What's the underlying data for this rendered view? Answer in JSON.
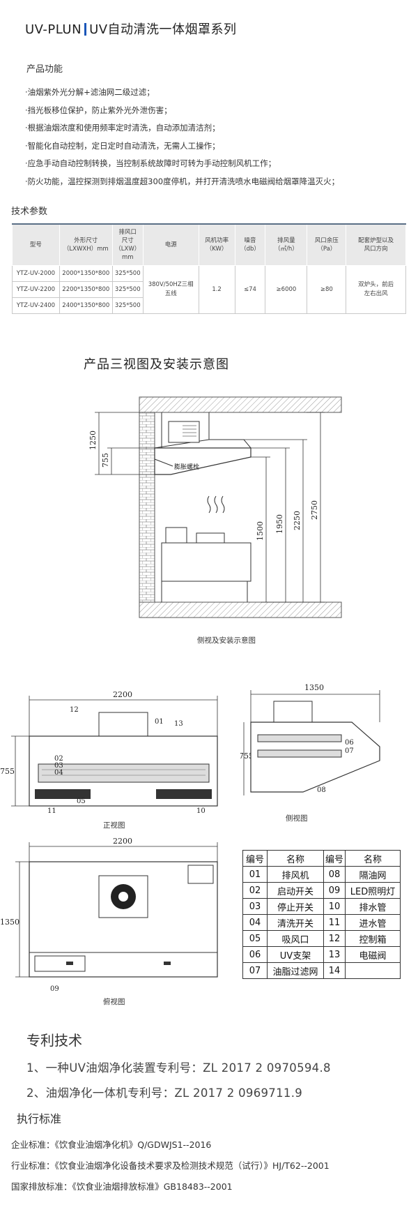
{
  "header": {
    "brand": "UV-PLUN",
    "series": "UV自动清洗一体烟罩系列"
  },
  "functions": {
    "heading": "产品功能",
    "items": [
      "·油烟紫外光分解+滤油网二级过滤；",
      "·挡光板移位保护，防止紫外光外泄伤害；",
      "·根据油烟浓度和使用频率定时清洗，自动添加清洁剂；",
      "·智能化自动控制，定日定时自动清洗，无需人工操作；",
      "·应急手动自动控制转换，当控制系统故障时可转为手动控制风机工作；",
      "·防火功能，温控探测到排烟温度超300度停机，并打开清洗喷水电磁阀给烟罩降温灭火；"
    ]
  },
  "specs": {
    "heading": "技术参数",
    "headers": [
      "型号",
      "外形尺寸\n（LXWXH）mm",
      "排风口\n尺寸\n（LXW）\nmm",
      "电源",
      "风机功率\n（KW）",
      "噪音\n（db）",
      "排风量\n（㎡/h）",
      "风口余压\n（Pa）",
      "配套炉型以及\n风口方向"
    ],
    "rows": [
      {
        "model": "YTZ-UV-2000",
        "size": "2000*1350*800",
        "outlet": "325*500"
      },
      {
        "model": "YTZ-UV-2200",
        "size": "2200*1350*800",
        "outlet": "325*500"
      },
      {
        "model": "YTZ-UV-2400",
        "size": "2400*1350*800",
        "outlet": "325*500"
      }
    ],
    "shared": {
      "power": "380V/50HZ三相\n五线",
      "fan_kw": "1.2",
      "noise": "≤74",
      "airflow": "≥6000",
      "pressure": "≥80",
      "stove": "双炉头，前后\n左右出风"
    }
  },
  "views": {
    "heading": "产品三视图及安装示意图",
    "side_install": {
      "caption": "侧视及安装示意图",
      "bolt_label": "膨胀螺栓",
      "dims": [
        "1250",
        "755",
        "1500",
        "1950",
        "2250",
        "2750"
      ]
    },
    "front": {
      "caption": "正视图",
      "width": "2200",
      "height": "755",
      "labels": [
        "12",
        "01",
        "13",
        "02",
        "03",
        "04",
        "05",
        "11",
        "10"
      ]
    },
    "side": {
      "caption": "侧视图",
      "width": "1350",
      "height": "755",
      "labels": [
        "06",
        "07",
        "08"
      ]
    },
    "top": {
      "caption": "俯视图",
      "width": "2200",
      "depth": "1350",
      "labels": [
        "09"
      ]
    }
  },
  "parts": {
    "headers": [
      "编号",
      "名称",
      "编号",
      "名称"
    ],
    "rows": [
      [
        "01",
        "排风机",
        "08",
        "隔油网"
      ],
      [
        "02",
        "启动开关",
        "09",
        "LED照明灯"
      ],
      [
        "03",
        "停止开关",
        "10",
        "排水管"
      ],
      [
        "04",
        "清洗开关",
        "11",
        "进水管"
      ],
      [
        "05",
        "吸风口",
        "12",
        "控制箱"
      ],
      [
        "06",
        "UV支架",
        "13",
        "电磁阀"
      ],
      [
        "07",
        "油脂过滤网",
        "14",
        ""
      ]
    ]
  },
  "patents": {
    "heading": "专利技术",
    "items": [
      "1、一种UV油烟净化装置专利号：ZL  2017 2 0970594.8",
      "2、油烟净化一体机专利号：ZL  2017 2 0969711.9"
    ]
  },
  "standards": {
    "heading": "执行标准",
    "items": [
      "企业标准：《饮食业油烟净化机》Q/GDWJS1--2016",
      "行业标准：《饮食业油烟净化设备技术要求及检测技术规范（试行）》HJ/T62--2001",
      "国家排放标准：《饮食业油烟排放标准》GB18483--2001"
    ]
  }
}
